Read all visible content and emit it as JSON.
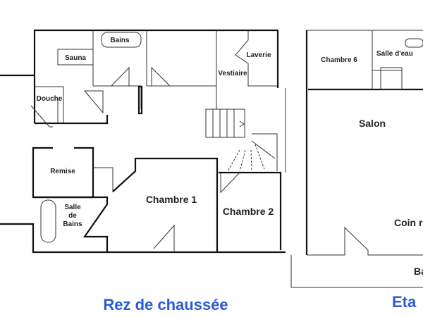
{
  "ground_floor": {
    "title": "Rez de chaussée",
    "rooms": {
      "sauna": "Sauna",
      "bains": "Bains",
      "laverie": "Laverie",
      "vestiaire": "Vestiaire",
      "douche": "Douche",
      "remise": "Remise",
      "salle_de_bains": [
        "Salle",
        "de",
        "Bains"
      ],
      "chambre1": "Chambre 1",
      "chambre2": "Chambre 2"
    }
  },
  "upper_floor": {
    "title": "Eta",
    "rooms": {
      "chambre6": "Chambre 6",
      "salle_deau": "Salle d'eau",
      "salon": "Salon",
      "coin": "Coin r",
      "ba": "Ba"
    }
  },
  "colors": {
    "title": "#2a5bd7",
    "walls": "#111111"
  }
}
